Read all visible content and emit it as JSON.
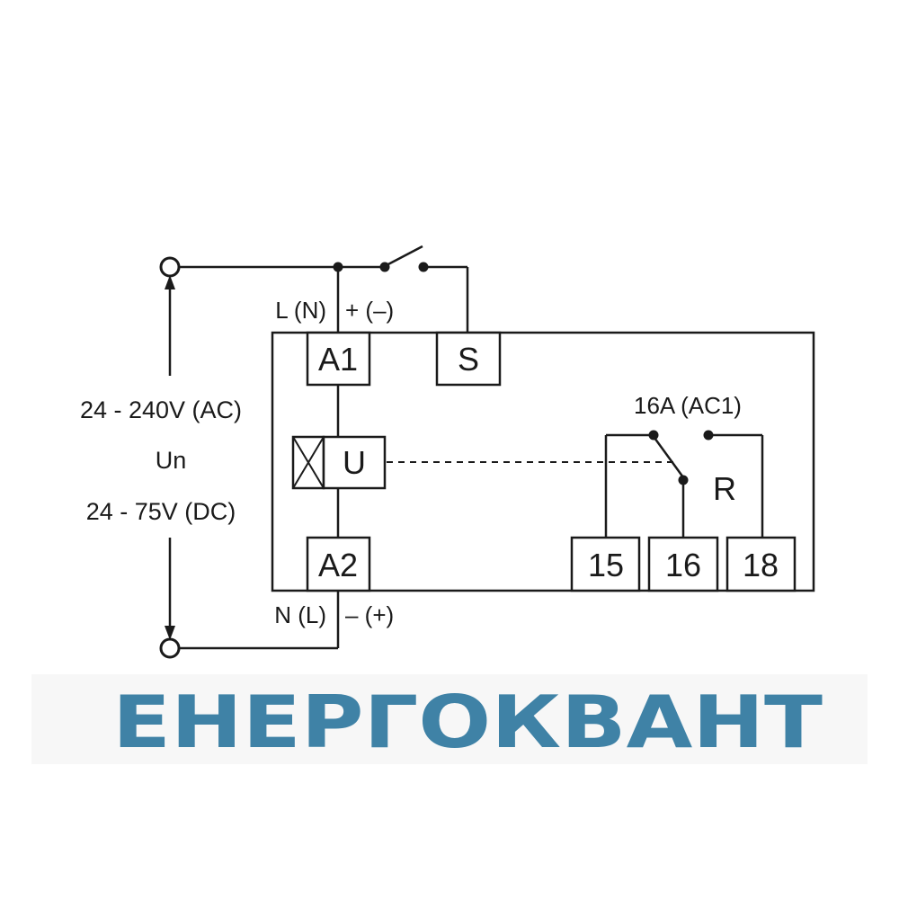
{
  "terminals": {
    "a1": "A1",
    "a2": "A2",
    "s": "S",
    "u": "U",
    "r": "R",
    "t15": "15",
    "t16": "16",
    "t18": "18"
  },
  "polarity": {
    "top_left": "L (N)",
    "top_right": "+ (–)",
    "bottom_left": "N (L)",
    "bottom_right": "– (+)"
  },
  "supply": {
    "ac_range": "24 - 240V (AC)",
    "symbol": "Un",
    "dc_range": "24 - 75V (DC)"
  },
  "contact_rating": "16A (AC1)",
  "brand": {
    "name": "ЕНЕРГОКВАНТ",
    "color": "#3f82a6"
  },
  "colors": {
    "line": "#1a1a1a"
  }
}
